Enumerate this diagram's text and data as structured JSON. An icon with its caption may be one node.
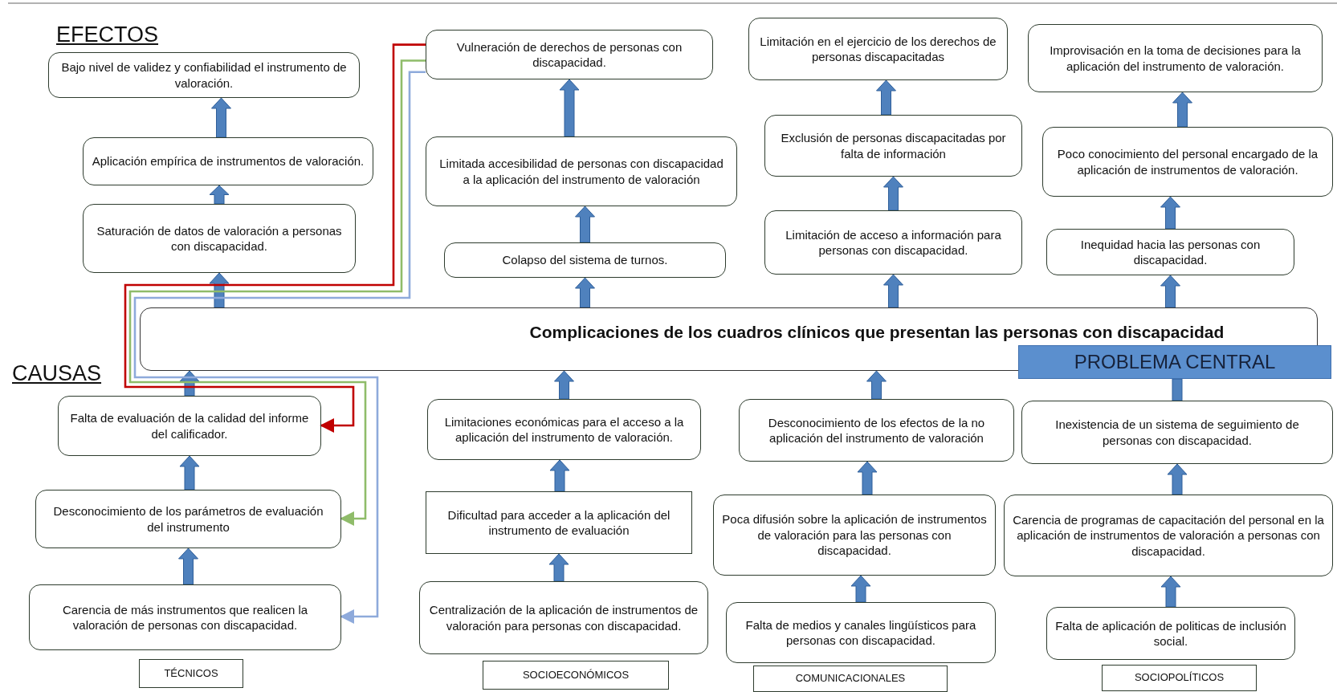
{
  "diagram": {
    "nodes": [
      {
        "text": [
          "Bajo nivel de validez y confiabilidad el instrumento de valoración."
        ]
      },
      {
        "text": [
          "Vulneración de derechos de personas con discapacidad."
        ]
      },
      {
        "text": [
          "Limitación en el ejercicio de los derechos de personas discapacitadas"
        ]
      },
      {
        "text": [
          "Improvisación en la toma de decisiones para la aplicación del instrumento de valoración."
        ]
      },
      {
        "text": [
          "Aplicación empírica de instrumentos de valoración."
        ]
      },
      {
        "text": [
          "Limitada accesibilidad de personas con discapacidad a la aplicación del instrumento de valoración"
        ]
      },
      {
        "text": [
          "Exclusión de personas discapacitadas por falta de información"
        ]
      },
      {
        "text": [
          "Poco conocimiento del personal encargado de la aplicación de instrumentos de valoración."
        ]
      },
      {
        "text": [
          "Saturación de datos de valoración a personas con discapacidad."
        ]
      },
      {
        "text": [
          "Colapso del sistema de turnos."
        ]
      },
      {
        "text": [
          "Limitación de acceso a información para personas con discapacidad."
        ]
      },
      {
        "text": [
          "Inequidad hacia las personas con discapacidad."
        ]
      },
      {
        "text": [
          "Complicaciones de los cuadros clínicos que presentan las personas con discapacidad"
        ]
      },
      {
        "text": [
          "PROBLEMA CENTRAL"
        ]
      },
      {
        "text": [
          "Falta de evaluación de la calidad del informe del calificador."
        ]
      },
      {
        "text": [
          "Limitaciones económicas para el acceso a la aplicación del instrumento de valoración."
        ]
      },
      {
        "text": [
          "Desconocimiento de los efectos de la no aplicación del instrumento de valoración"
        ]
      },
      {
        "text": [
          "Inexistencia de un sistema de seguimiento de personas con discapacidad."
        ]
      },
      {
        "text": [
          "Desconocimiento de los parámetros de evaluación del instrumento"
        ]
      },
      {
        "text": [
          "Dificultad para acceder a la aplicación del instrumento de evaluación"
        ]
      },
      {
        "text": [
          "Poca difusión sobre la aplicación de instrumentos de valoración para las personas con discapacidad."
        ]
      },
      {
        "text": [
          "Carencia de programas de capacitación del personal en la aplicación de instrumentos de valoración a personas con discapacidad."
        ]
      },
      {
        "text": [
          "Carencia de más instrumentos que realicen la valoración de personas con discapacidad."
        ]
      },
      {
        "text": [
          "Centralización de la aplicación de instrumentos de valoración para personas con discapacidad."
        ]
      },
      {
        "text": [
          "Falta de medios y canales lingüísticos para personas con discapacidad."
        ]
      },
      {
        "text": [
          "Falta de aplicación de politicas de inclusión social."
        ]
      },
      {
        "text": [
          "TÉCNICOS"
        ]
      },
      {
        "text": [
          "SOCIOECONÓMICOS"
        ]
      },
      {
        "text": [
          "COMUNICACIONALES"
        ]
      },
      {
        "text": [
          "SOCIOPOLÍTICOS"
        ]
      }
    ],
    "edges": [
      {
        "from": 4,
        "to": 0,
        "arrow": "to"
      },
      {
        "from": 8,
        "to": 4,
        "arrow": "to"
      },
      {
        "from": 12,
        "to": 8,
        "arrow": "to"
      },
      {
        "from": 5,
        "to": 1,
        "arrow": "to"
      },
      {
        "from": 9,
        "to": 5,
        "arrow": "to"
      },
      {
        "from": 12,
        "to": 9,
        "arrow": "to"
      },
      {
        "from": 6,
        "to": 2,
        "arrow": "to"
      },
      {
        "from": 10,
        "to": 6,
        "arrow": "to"
      },
      {
        "from": 12,
        "to": 10,
        "arrow": "to"
      },
      {
        "from": 7,
        "to": 3,
        "arrow": "to"
      },
      {
        "from": 11,
        "to": 7,
        "arrow": "to"
      },
      {
        "from": 12,
        "to": 11,
        "arrow": "to"
      },
      {
        "from": 14,
        "to": 12,
        "arrow": "to"
      },
      {
        "from": 18,
        "to": 14,
        "arrow": "to"
      },
      {
        "from": 22,
        "to": 18,
        "arrow": "to"
      },
      {
        "from": 15,
        "to": 12,
        "arrow": "to"
      },
      {
        "from": 19,
        "to": 15,
        "arrow": "to"
      },
      {
        "from": 23,
        "to": 19,
        "arrow": "to"
      },
      {
        "from": 16,
        "to": 12,
        "arrow": "to"
      },
      {
        "from": 20,
        "to": 16,
        "arrow": "to"
      },
      {
        "from": 24,
        "to": 20,
        "arrow": "to"
      },
      {
        "from": 17,
        "to": 13,
        "arrow": "none"
      },
      {
        "from": 21,
        "to": 17,
        "arrow": "to"
      },
      {
        "from": 25,
        "to": 21,
        "arrow": "to"
      },
      {
        "from": 1,
        "to": 14,
        "arrow": "to",
        "color": "#c00000"
      },
      {
        "from": 1,
        "to": 18,
        "arrow": "to",
        "color": "#8fbc6a"
      },
      {
        "from": 1,
        "to": 22,
        "arrow": "to",
        "color": "#8eaadb"
      }
    ],
    "labels": [
      "EFECTOS",
      "CAUSAS"
    ]
  }
}
